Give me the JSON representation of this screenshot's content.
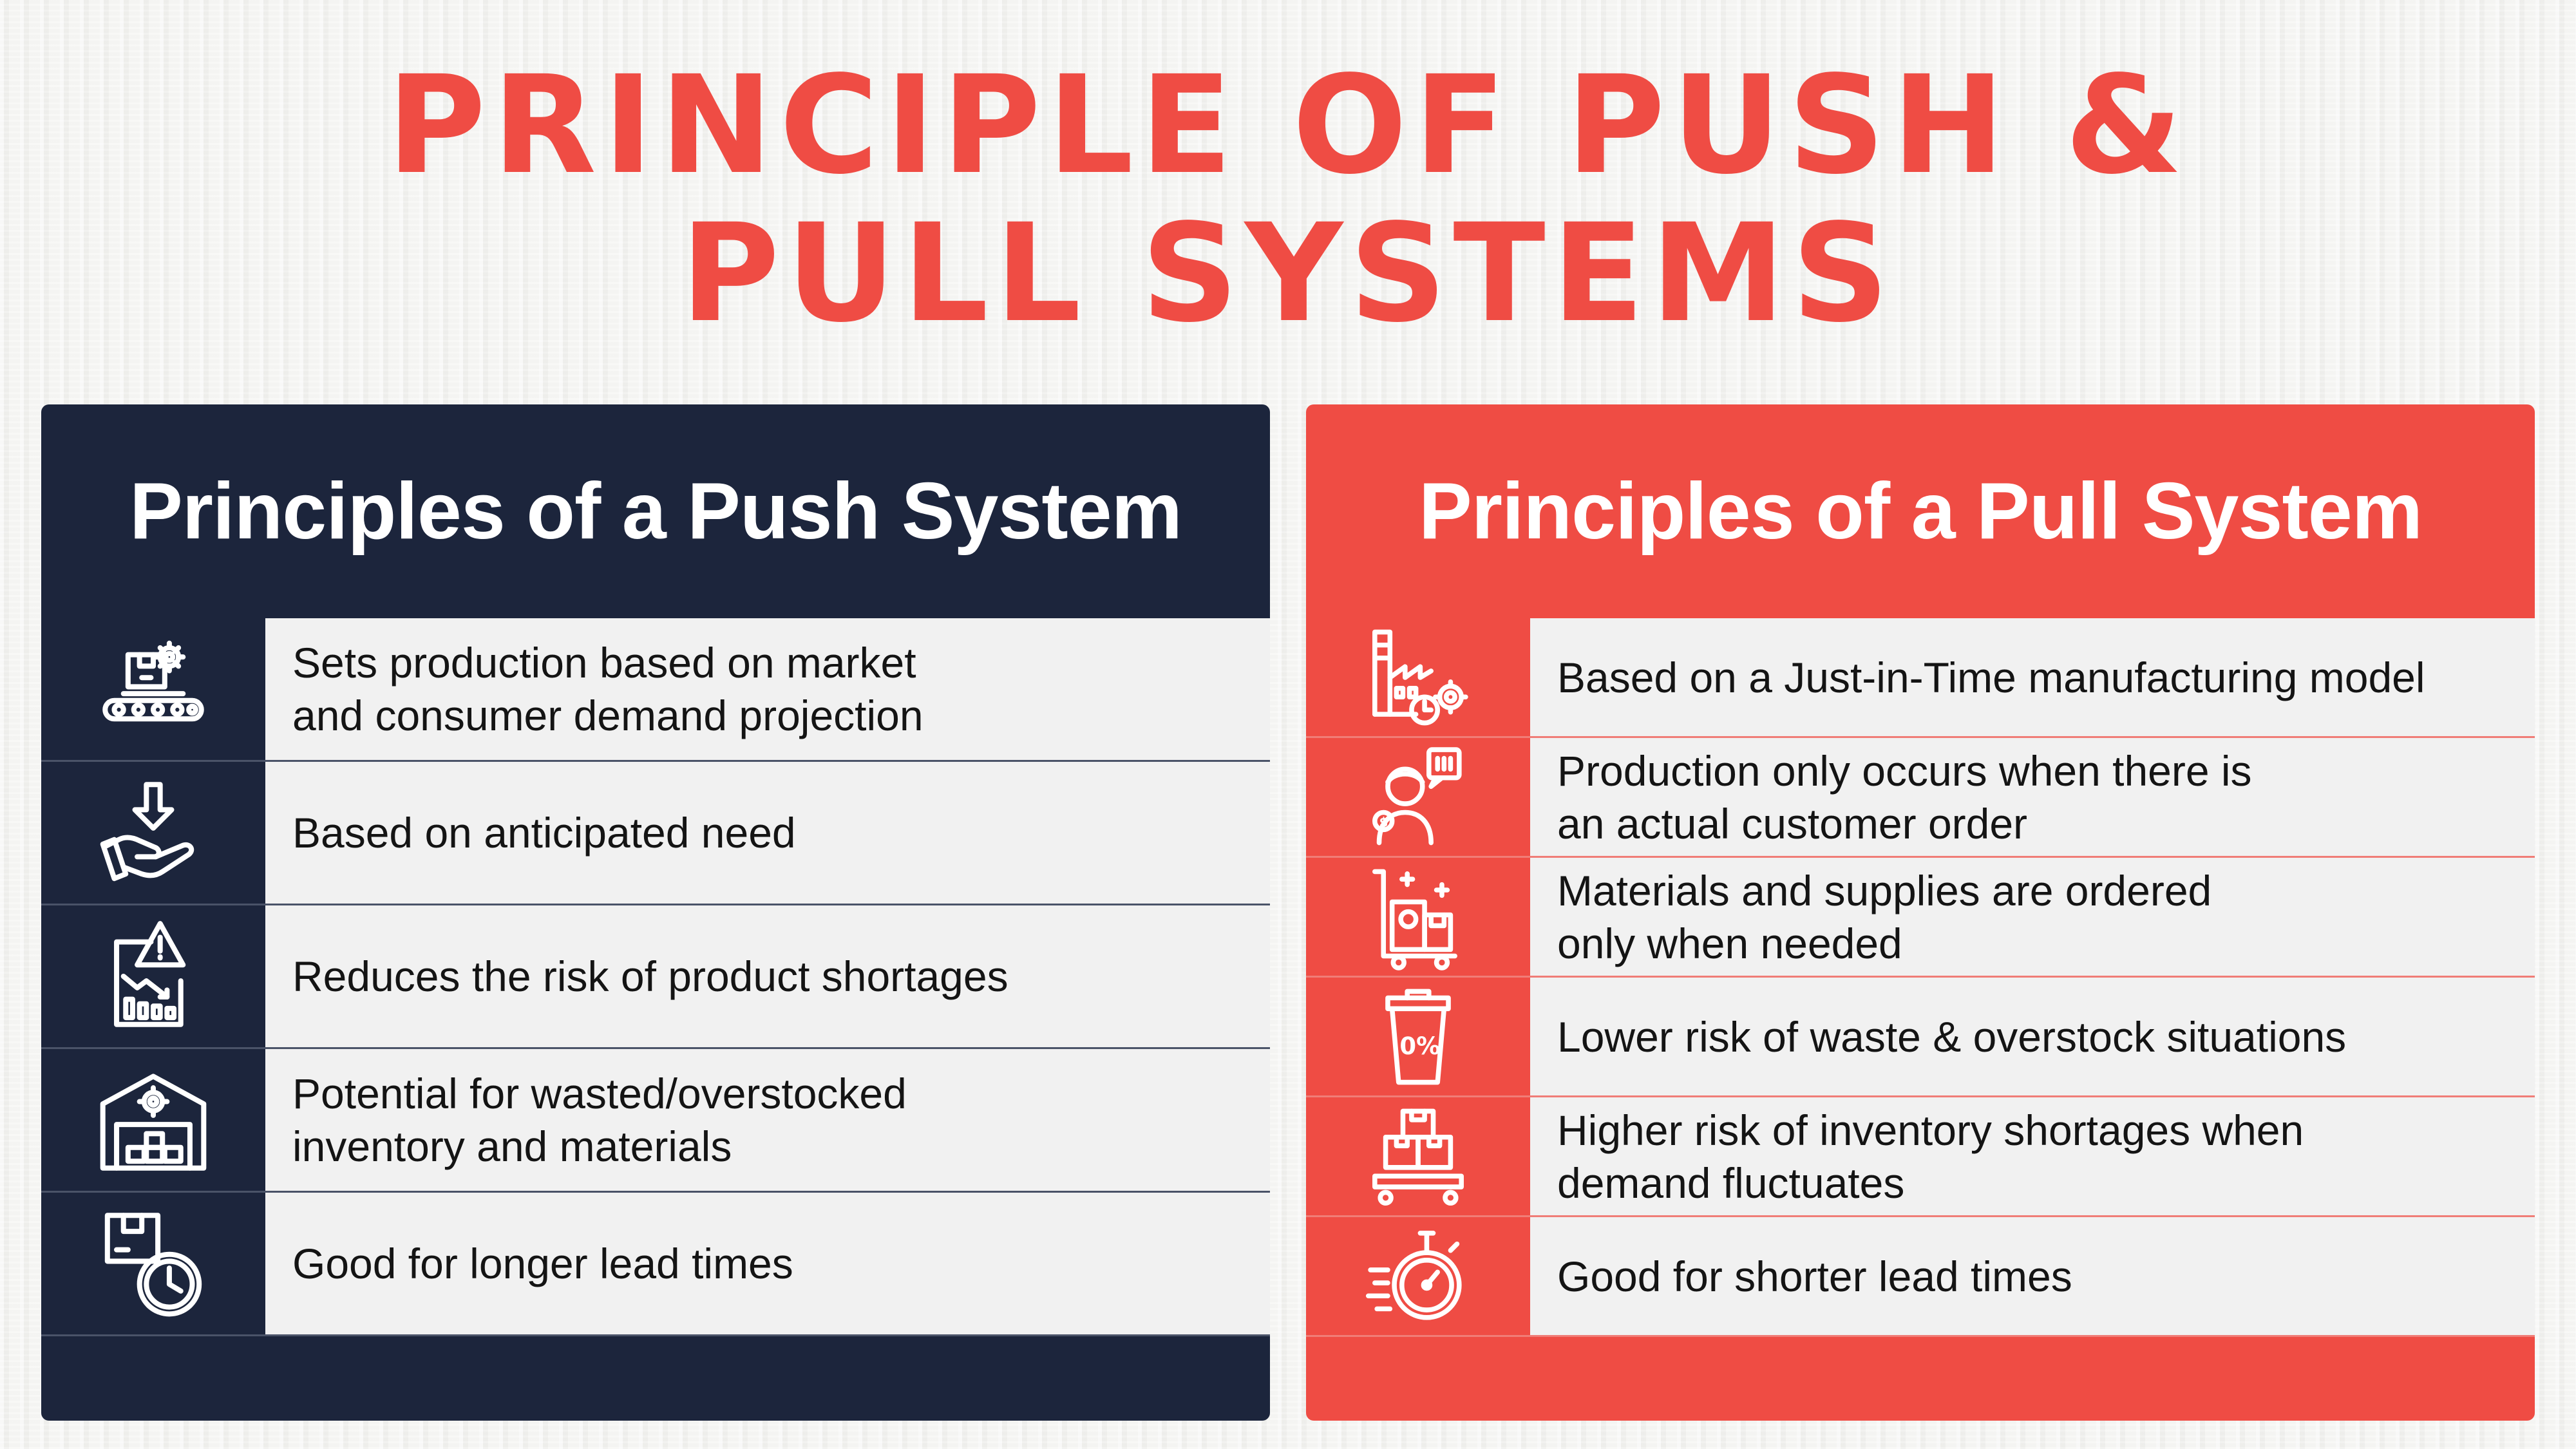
{
  "title": {
    "line1": "PRINCIPLE OF PUSH &",
    "line2": "PULL SYSTEMS"
  },
  "colors": {
    "accent": "#ef4c44",
    "navy": "#1c253c",
    "row_bg": "#f1f1f1"
  },
  "push": {
    "heading": "Principles of a Push System",
    "rows": [
      {
        "icon": "conveyor-gear-box-icon",
        "lines": [
          "Sets production based on market",
          "and consumer demand projection"
        ]
      },
      {
        "icon": "hand-receiving-arrow-icon",
        "lines": [
          "Based on anticipated need"
        ]
      },
      {
        "icon": "report-warning-chart-icon",
        "lines": [
          "Reduces the risk of product shortages"
        ]
      },
      {
        "icon": "warehouse-gear-icon",
        "lines": [
          "Potential for wasted/overstocked",
          "inventory and materials"
        ]
      },
      {
        "icon": "box-clock-icon",
        "lines": [
          "Good for longer lead times"
        ]
      }
    ]
  },
  "pull": {
    "heading": "Principles of a Pull System",
    "rows": [
      {
        "icon": "factory-clock-gear-icon",
        "lines": [
          "Based on a Just-in-Time manufacturing model"
        ]
      },
      {
        "icon": "customer-order-icon",
        "lines": [
          "Production only occurs when there is",
          "an actual customer order"
        ]
      },
      {
        "icon": "cart-boxes-icon",
        "lines": [
          "Materials and supplies are ordered",
          "only when needed"
        ]
      },
      {
        "icon": "trash-zero-percent-icon",
        "lines": [
          "Lower risk of waste & overstock situations"
        ]
      },
      {
        "icon": "stacked-boxes-cart-icon",
        "lines": [
          "Higher risk of inventory shortages when",
          "demand fluctuates"
        ]
      },
      {
        "icon": "stopwatch-speed-icon",
        "lines": [
          "Good for shorter lead times"
        ]
      }
    ]
  },
  "icon_text": {
    "zero_percent": "0%"
  }
}
